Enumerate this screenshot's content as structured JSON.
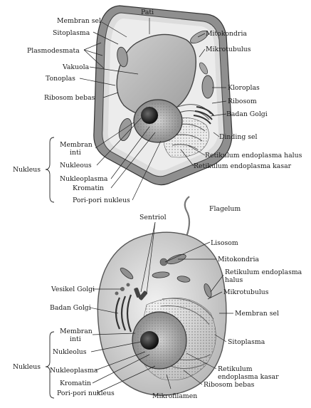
{
  "plant_cell": {
    "labels": {
      "pati": "Pati",
      "membran_sel": "Membran sel",
      "sitoplasma": "Sitoplasma",
      "plasmodesmata": "Plasmodesmata",
      "vakuola": "Vakuola",
      "tonoplas": "Tonoplas",
      "ribosom_bebas": "Ribosom bebas",
      "mitokondria": "Mitokondria",
      "mikrotubulus": "Mikrotubulus",
      "kloroplas": "Kloroplas",
      "ribosom": "Ribosom",
      "badan_golgi": "Badan Golgi",
      "dinding_sel": "Dinding sel",
      "re_halus": "Retikulum endoplasma halus",
      "re_kasar": "Retikulum endoplasma kasar",
      "membran_inti_1": "Membran",
      "membran_inti_2": "inti",
      "nukleous": "Nukleous",
      "nukleoplasma": "Nukleoplasma",
      "kromatin": "Kromatin",
      "pori_pori": "Pori-pori nukleus",
      "nukleus": "Nukleus"
    }
  },
  "animal_cell": {
    "labels": {
      "sentriol": "Sentriol",
      "flagelum": "Flagelum",
      "lisosom": "Lisosom",
      "mitokondria": "Mitokondria",
      "re_halus_1": "Retikulum endoplasma",
      "re_halus_2": "halus",
      "vesikel_golgi": "Vesikel Golgi",
      "mikrotubulus": "Mikrotubulus",
      "badan_golgi": "Badan Golgi",
      "membran_sel": "Membran sel",
      "membran_inti_1": "Membran",
      "membran_inti_2": "inti",
      "sitoplasma": "Sitoplasma",
      "nukleolus": "Nukleolus",
      "nukleus": "Nukleus",
      "nukleoplasma": "Nukleoplasma",
      "re_kasar_1": "Retikulum",
      "re_kasar_2": "endoplasma kasar",
      "kromatin": "Kromatin",
      "ribosom_bebas": "Ribosom bebas",
      "pori_pori": "Pori-pori nukleus",
      "mikrofilamen": "Mikrofilamen"
    }
  }
}
